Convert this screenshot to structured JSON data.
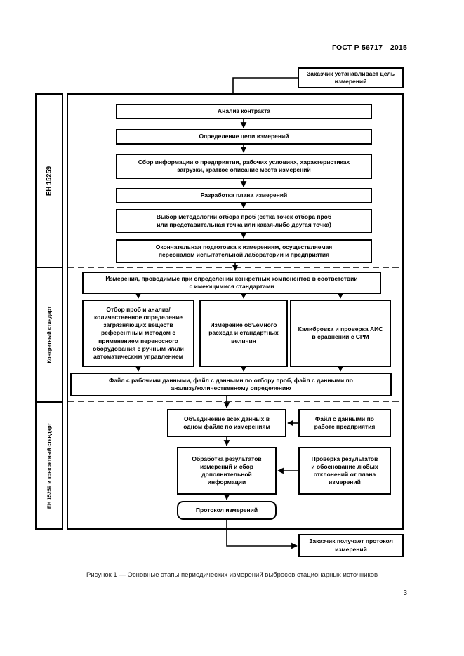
{
  "page": {
    "header": "ГОСТ Р 56717—2015",
    "figure_caption": "Рисунок 1 — Основные этапы периодических измерений выбросов стационарных источников",
    "page_number": "3"
  },
  "diagram": {
    "customer_start_box": "Заказчик устанавливает цель измерений",
    "customer_end_box": "Заказчик получает протокол измерений",
    "sidebar_sections": [
      {
        "label": "ЕН 15259"
      },
      {
        "label": "Конкретный стандарт"
      },
      {
        "label": "ЕН 15259 и конкретный стандарт"
      }
    ],
    "steps": {
      "contract_analysis": "Анализ контракта",
      "goal_definition": "Определение цели измерений",
      "info_collection": "Сбор информации о предприятии, рабочих условиях, характеристиках загрузки, краткое описание места измерений",
      "plan_development": "Разработка плана измерений",
      "sampling_methodology": "Выбор методологии отбора проб (сетка точек отбора проб или представительная точка или какая-либо другая точка)",
      "final_preparation": "Окончательная подготовка к измерениям, осуществляемая персоналом испытательной лаборатории и предприятия",
      "measurements": "Измерения, проводимые при определении конкретных компонентов в соответствии с имеющимися стандартами",
      "sampling_analysis": "Отбор проб и анализ/количественное определение загрязняющих веществ референтным методом с применением переносного оборудования с ручным и/или автоматическим управлением",
      "volume_flow": "Измерение объемного расхода и стандартных величин",
      "calibration": "Калибровка и проверка АИС в сравнении с СРМ",
      "data_files": "Файл с рабочими данными, файл с данными по отбору проб, файл с данными по анализу/количественному определению",
      "data_merge": "Объединение всех данных в одном файле по измерениям",
      "plant_data_file": "Файл с данными по работе предприятия",
      "results_processing": "Обработка результатов измерений и сбор дополнительной информации",
      "results_check": "Проверка результатов и обоснование любых отклонений от плана измерений",
      "protocol": "Протокол измерений"
    }
  }
}
